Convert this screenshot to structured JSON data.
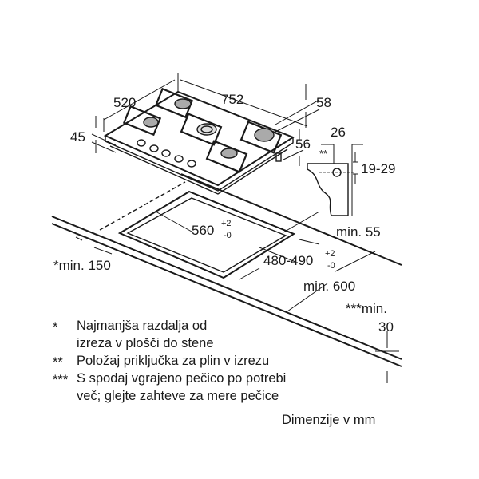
{
  "dimensions": {
    "depth": "520",
    "width": "752",
    "height_front": "45",
    "height_back": "58",
    "height_rear": "56",
    "connector_offset": "26",
    "connector_height": "19-29",
    "connector_marker": "**",
    "cutout_width": "560",
    "cutout_width_tol_plus": "+2",
    "cutout_width_tol_minus": "-0",
    "cutout_depth": "480-490",
    "cutout_depth_tol_plus": "+2",
    "cutout_depth_tol_minus": "-0",
    "min_back": "min. 55",
    "min_side": "*min. 150",
    "min_depth": "min. 600",
    "min_thickness_label": "***min.",
    "min_thickness_value": "30"
  },
  "notes": [
    {
      "marker": "*",
      "text": "Najmanjša razdalja od",
      "text2": "izreza v plošči do stene"
    },
    {
      "marker": "**",
      "text": "Položaj priključka za plin v izrezu"
    },
    {
      "marker": "***",
      "text": "S spodaj vgrajeno pečico po potrebi",
      "text2": "več; glejte zahteve za mere pečice"
    }
  ],
  "units_label": "Dimenzije v mm"
}
